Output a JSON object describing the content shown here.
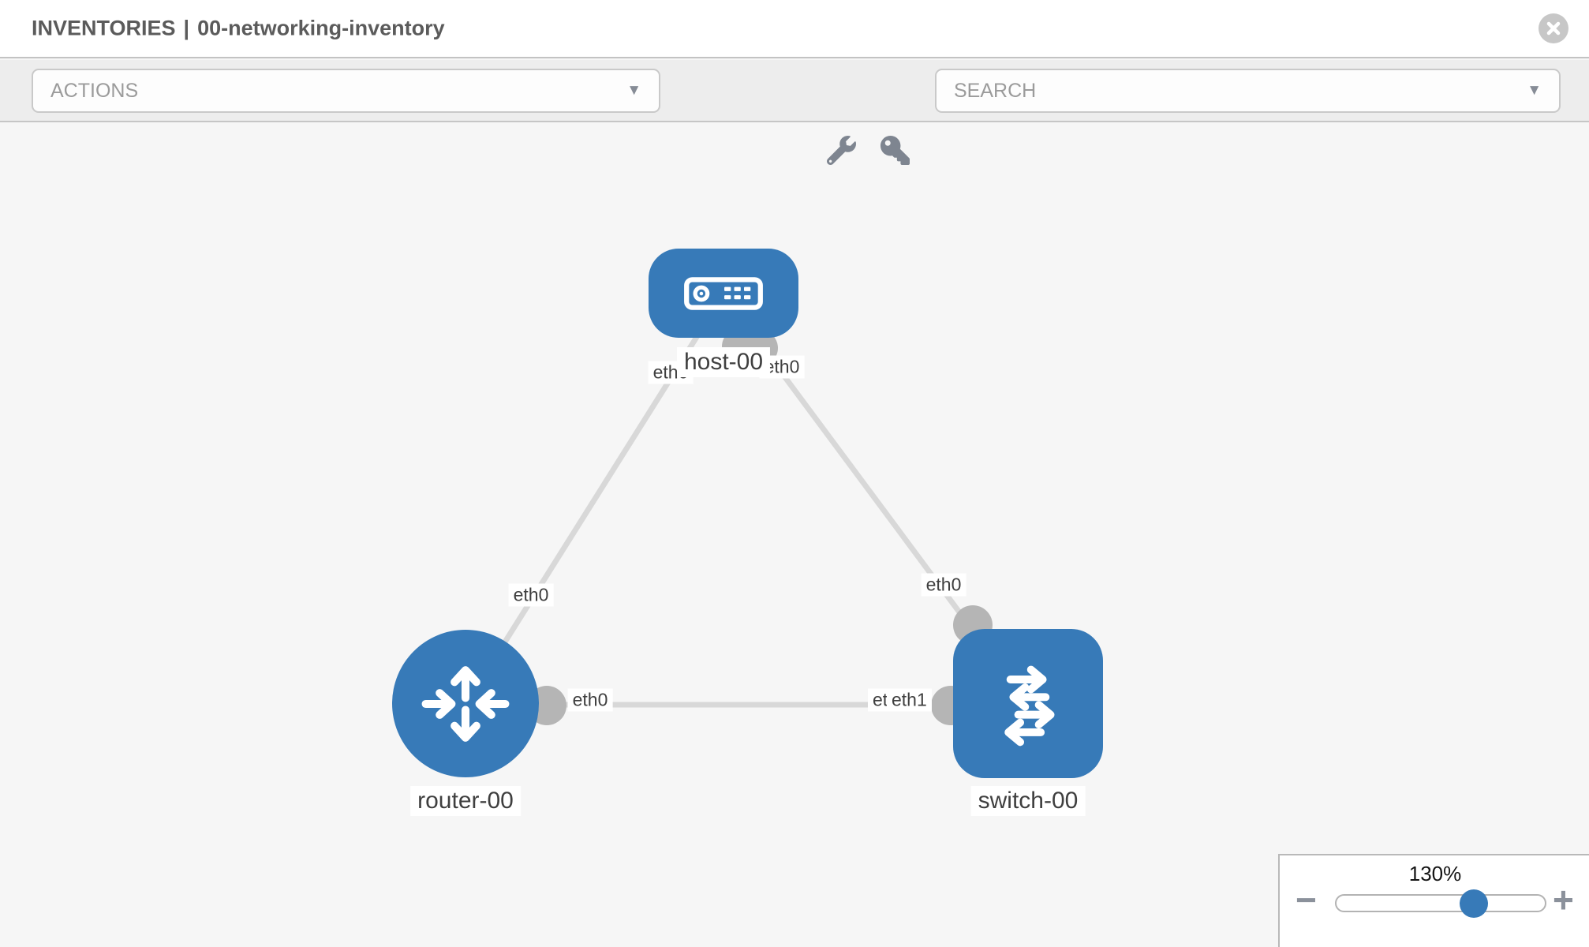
{
  "header": {
    "breadcrumb_section": "INVENTORIES",
    "breadcrumb_separator": "|",
    "inventory_name": "00-networking-inventory"
  },
  "toolbar": {
    "actions_label": "ACTIONS",
    "search_placeholder": "SEARCH",
    "caret": "▼",
    "icons": [
      "wrench-icon",
      "key-icon"
    ]
  },
  "topology": {
    "nodes": [
      {
        "id": "host-00",
        "type": "host",
        "label": "host-00"
      },
      {
        "id": "router-00",
        "type": "router",
        "label": "router-00"
      },
      {
        "id": "switch-00",
        "type": "switch",
        "label": "switch-00"
      }
    ],
    "interfaces": {
      "host_left": "eth0",
      "host_right": "eth0",
      "host_router_link": "eth0",
      "host_switch_link": "eth0",
      "router_right": "eth0",
      "switch_left_back": "eth0",
      "switch_left_front": "eth1"
    },
    "links": [
      {
        "from": "host-00",
        "to": "router-00",
        "from_interface": "eth0",
        "to_interface": "eth0"
      },
      {
        "from": "host-00",
        "to": "switch-00",
        "from_interface": "eth0",
        "to_interface": "eth0"
      },
      {
        "from": "router-00",
        "to": "switch-00",
        "from_interface": "eth0",
        "to_interface": "eth1"
      }
    ]
  },
  "zoom_control": {
    "level": "130%",
    "minus": "−",
    "plus": "+"
  },
  "colors": {
    "node_blue": "#377ab8",
    "link_gray": "#d8d8d8",
    "connector_gray": "#b5b5b5",
    "canvas_bg": "#f6f6f6",
    "toolbar_bg": "#ededed"
  }
}
